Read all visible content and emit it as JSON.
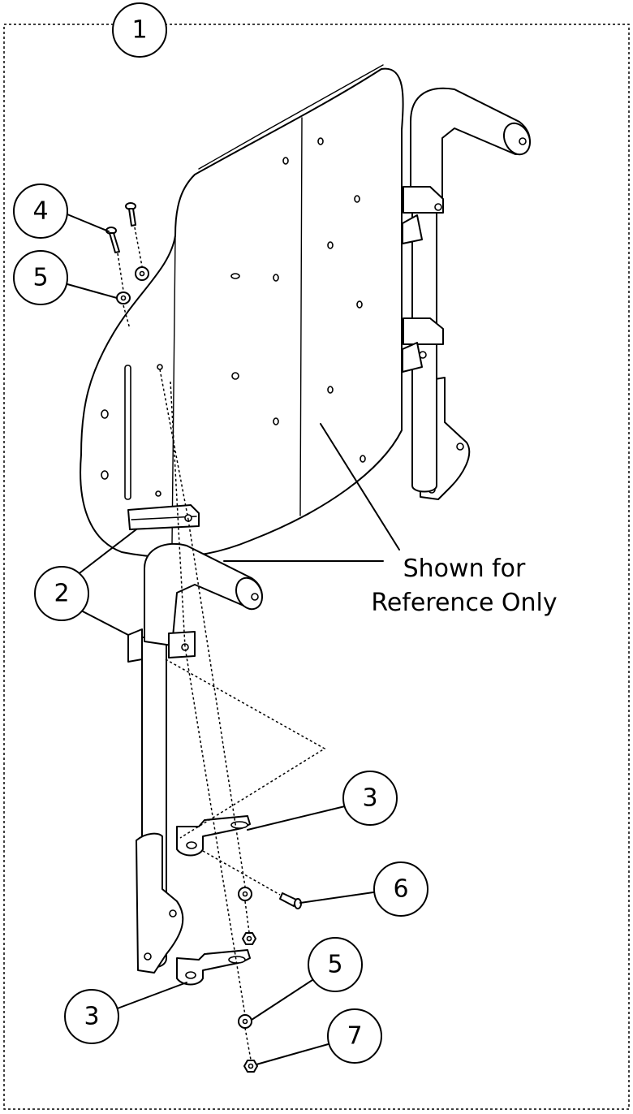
{
  "callouts": [
    {
      "id": "assembly",
      "label": "1"
    },
    {
      "id": "part-2",
      "label": "2"
    },
    {
      "id": "part-3-upper",
      "label": "3"
    },
    {
      "id": "part-3-lower",
      "label": "3"
    },
    {
      "id": "part-4",
      "label": "4"
    },
    {
      "id": "part-5-upper",
      "label": "5"
    },
    {
      "id": "part-5-lower",
      "label": "5"
    },
    {
      "id": "part-6",
      "label": "6"
    },
    {
      "id": "part-7",
      "label": "7"
    }
  ],
  "note": {
    "line1": "Shown for",
    "line2": "Reference Only"
  }
}
